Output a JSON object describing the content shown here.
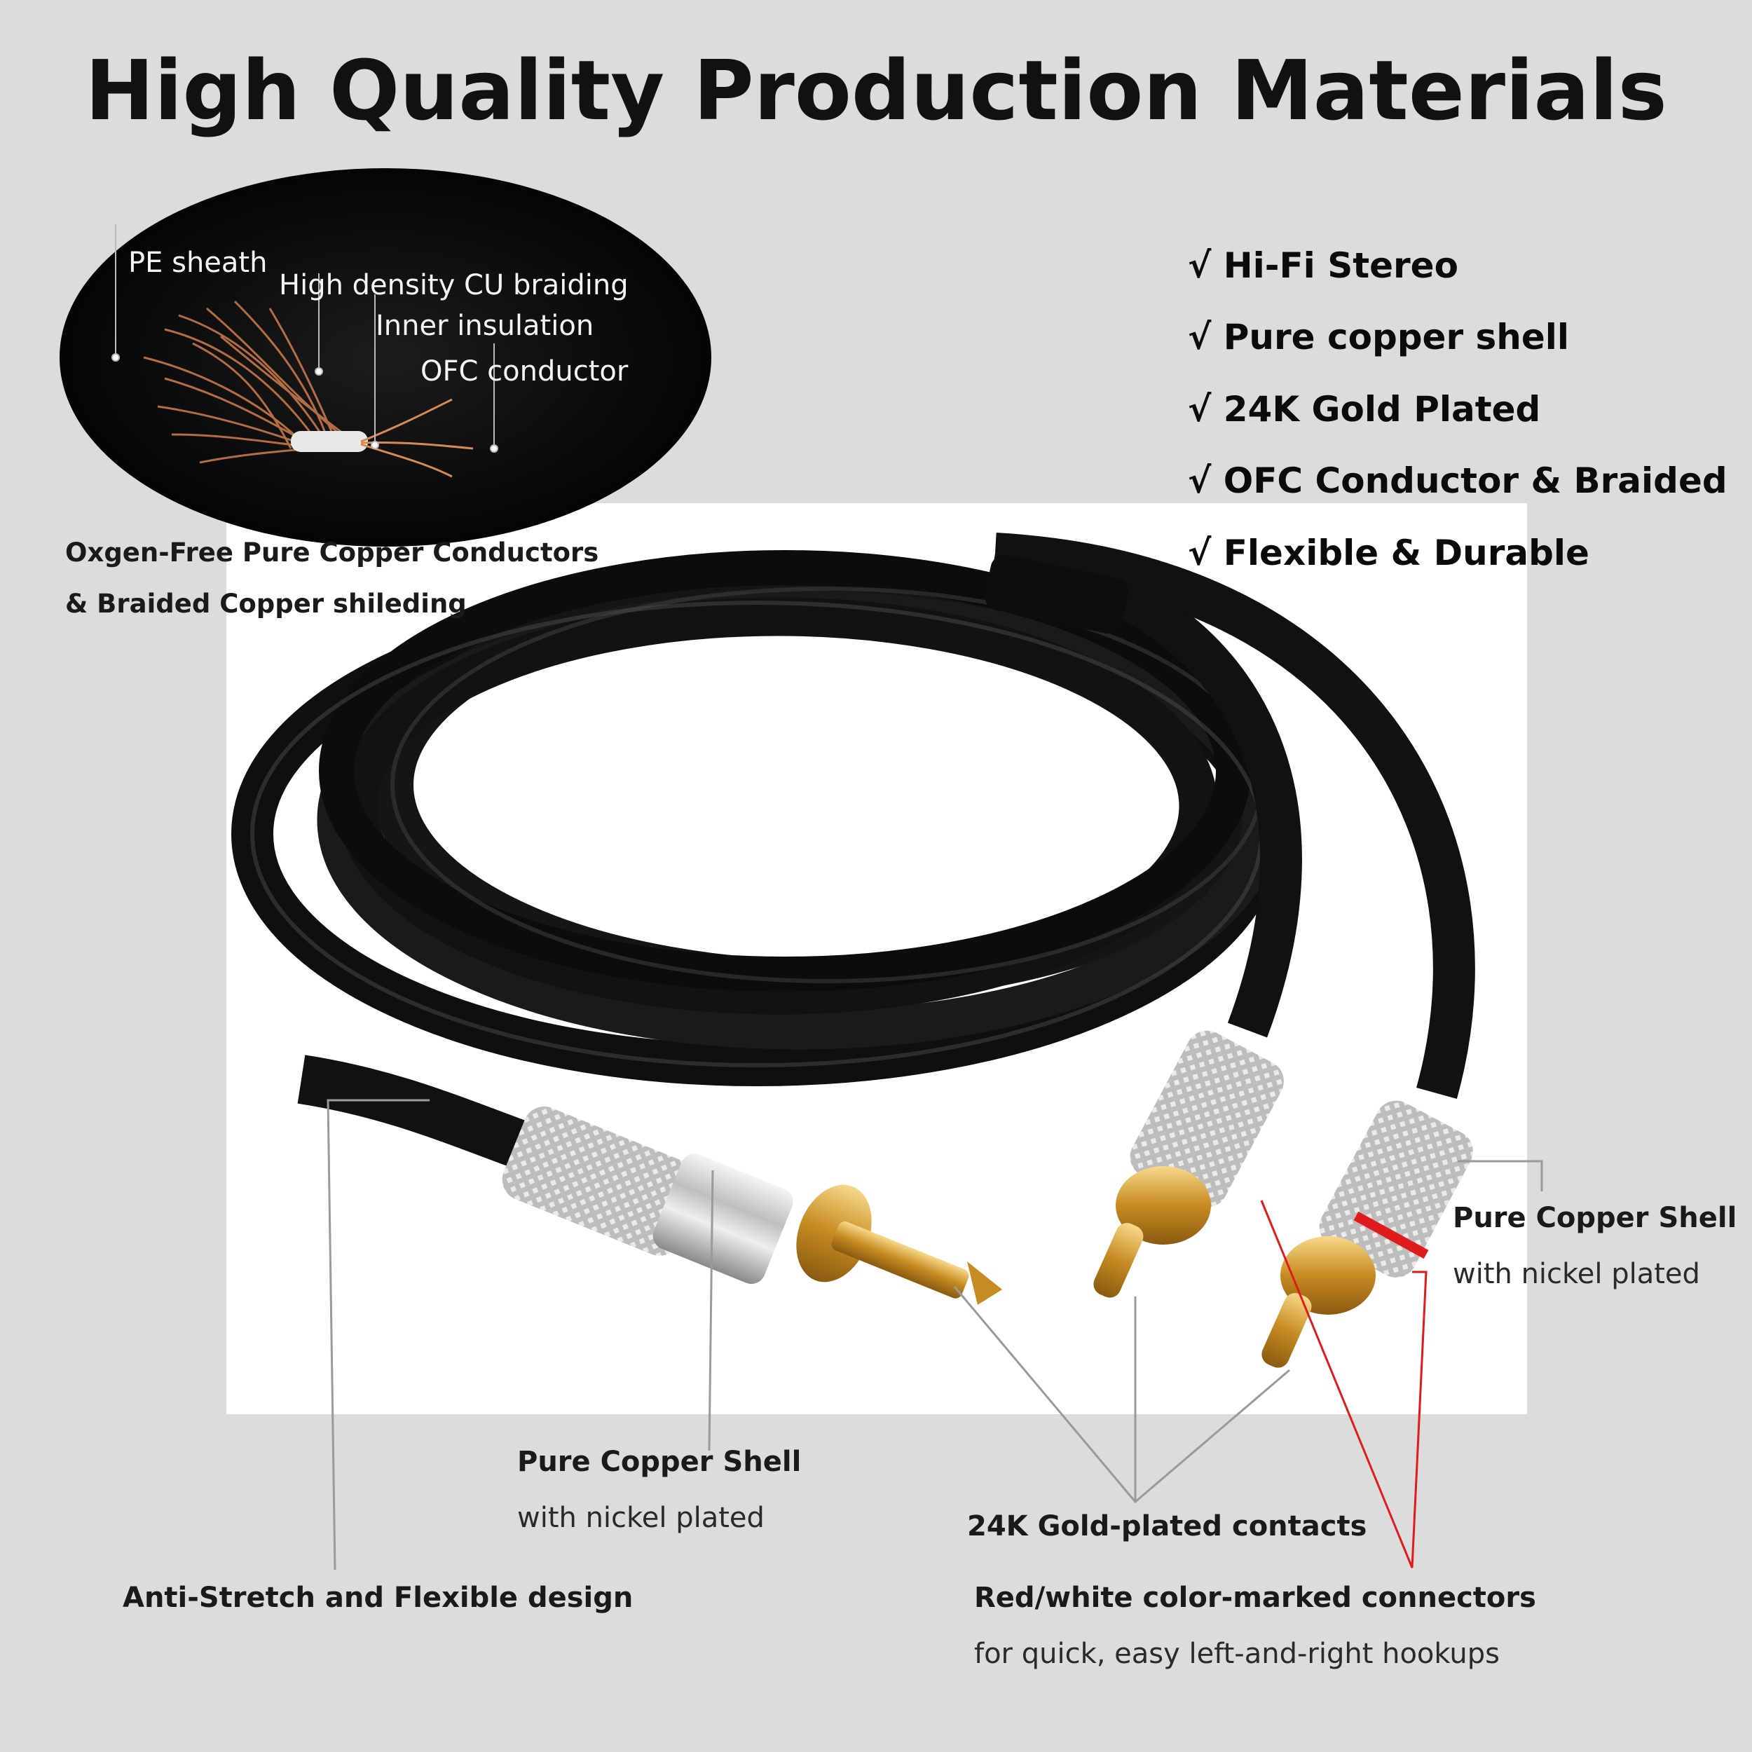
{
  "title": "High Quality Production Materials",
  "cross_section": {
    "labels": [
      "PE sheath",
      "High density CU braiding",
      "Inner insulation",
      "OFC conductor"
    ],
    "caption_line1": "Oxgen-Free Pure Copper Conductors",
    "caption_line2": "& Braided Copper shileding"
  },
  "features": [
    "√ Hi-Fi Stereo",
    "√ Pure copper shell",
    "√ 24K Gold Plated",
    " √ OFC Conductor & Braided",
    "√ Flexible & Durable"
  ],
  "callouts": {
    "rca_shell_title": "Pure Copper Shell",
    "rca_shell_sub": "with nickel plated",
    "jack_shell_title": "Pure Copper Shell",
    "jack_shell_sub": "with nickel plated",
    "gold_contacts": "24K Gold-plated contacts",
    "anti_stretch": "Anti-Stretch and Flexible design",
    "color_marked_title": "Red/white color-marked connectors",
    "color_marked_sub": "for quick, easy left-and-right hookups"
  },
  "colors": {
    "background": "#dcdcdc",
    "panel": "#ffffff",
    "cable": "#111111",
    "gold": "#d4a23a",
    "chrome": "#c8c8c8",
    "red_ring": "#e01b1b",
    "leader_gray": "#9a9a9a",
    "leader_red": "#e01b1b"
  }
}
